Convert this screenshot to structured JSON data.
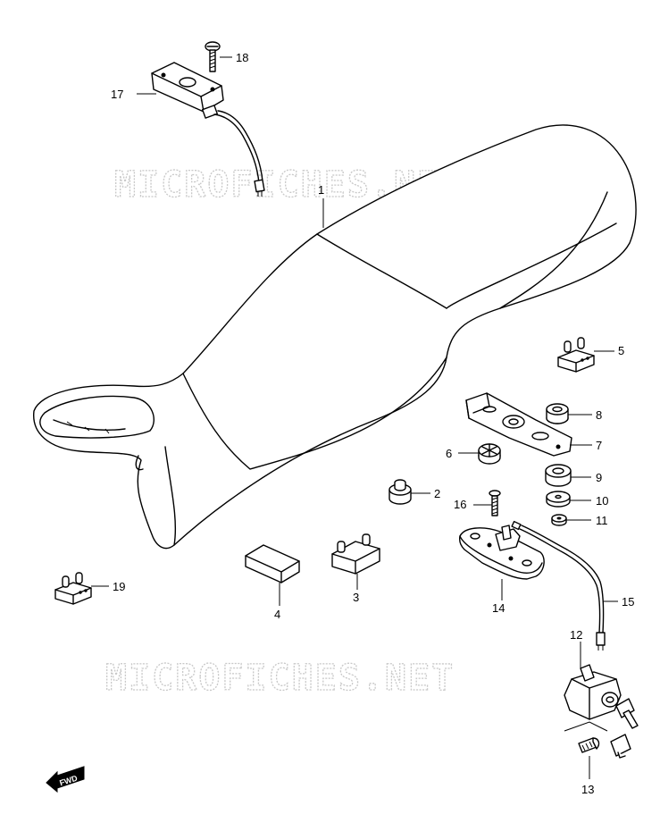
{
  "watermarks": [
    "MICROFICHES.NET",
    "MICROFICHES.NET"
  ],
  "callouts": [
    "1",
    "2",
    "3",
    "4",
    "5",
    "6",
    "7",
    "8",
    "9",
    "10",
    "11",
    "12",
    "13",
    "14",
    "15",
    "16",
    "17",
    "18",
    "19"
  ],
  "direction_arrow": "FWD",
  "colors": {
    "line": "#000000",
    "watermark": "#c8c8c8",
    "background": "#ffffff"
  }
}
